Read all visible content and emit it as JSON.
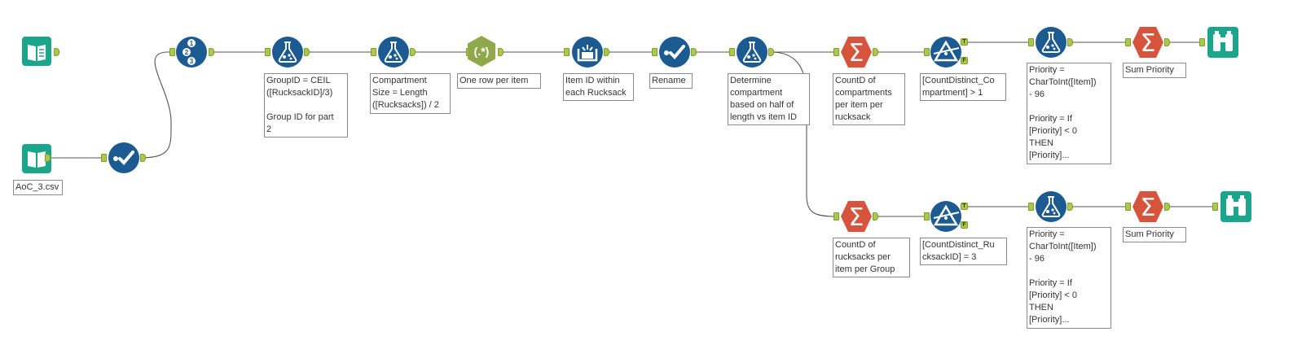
{
  "colors": {
    "input": "#1aa58c",
    "blue": "#1c5a92",
    "parse": "#8ea84b",
    "summarize": "#d6543c",
    "browse": "#1aa58c",
    "anchor": "#a9c94b",
    "connection": "#555555"
  },
  "tools": [
    {
      "id": "input-1",
      "type": "input-data",
      "icon": "book-icon"
    },
    {
      "id": "input-2",
      "type": "input-data",
      "icon": "book-icon",
      "annotation": "AoC_3.csv"
    },
    {
      "id": "select-1",
      "type": "select",
      "icon": "check-icon"
    },
    {
      "id": "record-id",
      "type": "record-id",
      "icon": "numbered-list-icon"
    },
    {
      "id": "formula-1",
      "type": "formula",
      "icon": "flask-icon",
      "annotation": "GroupID = CEIL\n([RucksackID]/3)\n\nGroup ID for part\n2"
    },
    {
      "id": "formula-2",
      "type": "formula",
      "icon": "flask-icon",
      "annotation": "Compartment\nSize = Length\n([Rucksacks]) / 2"
    },
    {
      "id": "regex",
      "type": "regex",
      "icon": "regex-icon",
      "annotation": "One row per item"
    },
    {
      "id": "multi-row",
      "type": "multi-row-formula",
      "icon": "multirow-icon",
      "annotation": "Item ID within\neach Rucksack"
    },
    {
      "id": "select-2",
      "type": "select",
      "icon": "check-icon",
      "annotation": "Rename"
    },
    {
      "id": "formula-3",
      "type": "formula",
      "icon": "flask-icon",
      "annotation": "Determine\ncompartment\nbased on half of\nlength vs item ID"
    },
    {
      "id": "summarize-1",
      "type": "summarize",
      "icon": "sigma-icon",
      "annotation": "CountD of\ncompartments\nper item per\nrucksack"
    },
    {
      "id": "filter-1",
      "type": "filter",
      "icon": "filter-icon",
      "annotation": "[CountDistinct_Co\nmpartment] > 1"
    },
    {
      "id": "formula-4",
      "type": "formula",
      "icon": "flask-icon",
      "annotation": "Priority =\nCharToInt([Item])\n- 96\n\nPriority = If\n[Priority] < 0\nTHEN\n[Priority]..."
    },
    {
      "id": "summarize-2",
      "type": "summarize",
      "icon": "sigma-icon",
      "annotation": "Sum Priority"
    },
    {
      "id": "browse-1",
      "type": "browse",
      "icon": "binoculars-icon"
    },
    {
      "id": "summarize-3",
      "type": "summarize",
      "icon": "sigma-icon",
      "annotation": "CountD of\nrucksacks per\nitem per Group"
    },
    {
      "id": "filter-2",
      "type": "filter",
      "icon": "filter-icon",
      "annotation": "[CountDistinct_Ru\ncksackID] = 3"
    },
    {
      "id": "formula-5",
      "type": "formula",
      "icon": "flask-icon",
      "annotation": "Priority =\nCharToInt([Item])\n- 96\n\nPriority = If\n[Priority] < 0\nTHEN\n[Priority]..."
    },
    {
      "id": "summarize-4",
      "type": "summarize",
      "icon": "sigma-icon",
      "annotation": "Sum Priority"
    },
    {
      "id": "browse-2",
      "type": "browse",
      "icon": "binoculars-icon"
    }
  ],
  "filter_anchor_labels": {
    "true": "T",
    "false": "F"
  }
}
